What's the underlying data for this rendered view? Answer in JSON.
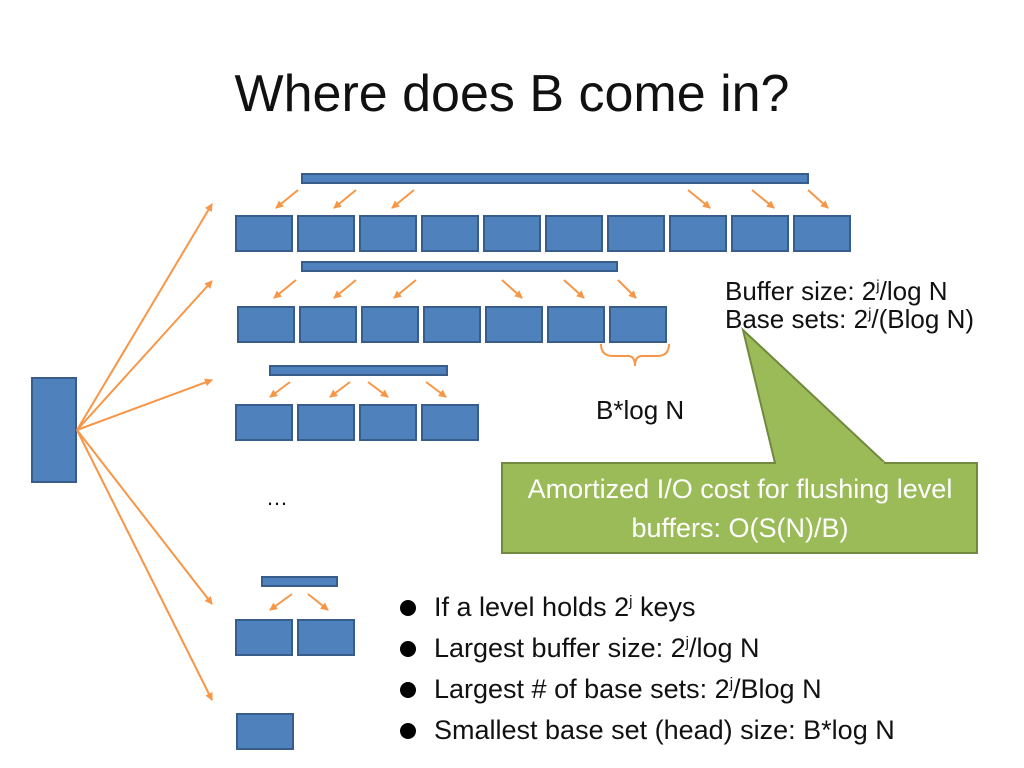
{
  "title": "Where does B come in?",
  "buffer_info": {
    "buffer_prefix": "Buffer size: 2",
    "buffer_sup": "j",
    "buffer_suffix": "/log N",
    "base_prefix": "Base sets: 2",
    "base_sup": "j",
    "base_suffix": "/(Blog N)"
  },
  "brace_label": "B*log N",
  "ellipsis": "…",
  "callout": "Amortized I/O cost for flushing level buffers: O(S(N)/B)",
  "bullets": [
    {
      "prefix": "If a level holds 2",
      "sup": "j",
      "suffix": " keys"
    },
    {
      "prefix": "Largest buffer size: 2",
      "sup": "j",
      "suffix": "/log N"
    },
    {
      "prefix": "Largest # of base sets: 2",
      "sup": "j",
      "suffix": "/Blog N"
    },
    {
      "prefix": "Smallest base set (head) size: B*log N",
      "sup": "",
      "suffix": ""
    }
  ],
  "colors": {
    "box_fill": "#4f81bd",
    "box_stroke": "#385d8a",
    "arrow": "#f79646",
    "callout_fill": "#9bbb59",
    "callout_stroke": "#71893f"
  }
}
